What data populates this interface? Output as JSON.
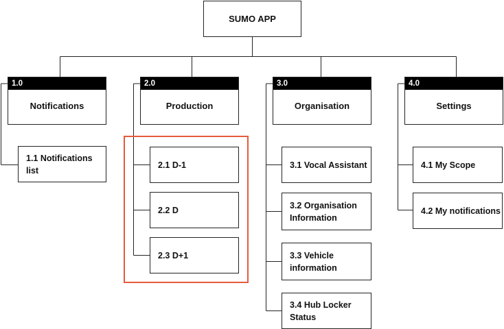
{
  "root": {
    "label": "SUMO APP"
  },
  "sections": [
    {
      "num": "1.0",
      "title": "Notifications",
      "items": [
        "1.1 Notifications list"
      ]
    },
    {
      "num": "2.0",
      "title": "Production",
      "items": [
        "2.1 D-1",
        "2.2 D",
        "2.3 D+1"
      ]
    },
    {
      "num": "3.0",
      "title": "Organisation",
      "items": [
        "3.1 Vocal Assistant",
        "3.2 Organisation Information",
        "3.3 Vehicle information",
        "3.4 Hub Locker Status"
      ]
    },
    {
      "num": "4.0",
      "title": "Settings",
      "items": [
        "4.1 My Scope",
        "4.2 My notifications"
      ]
    }
  ],
  "colors": {
    "highlight": "#e55a3c",
    "line": "#222222",
    "header_bg": "#000000"
  }
}
